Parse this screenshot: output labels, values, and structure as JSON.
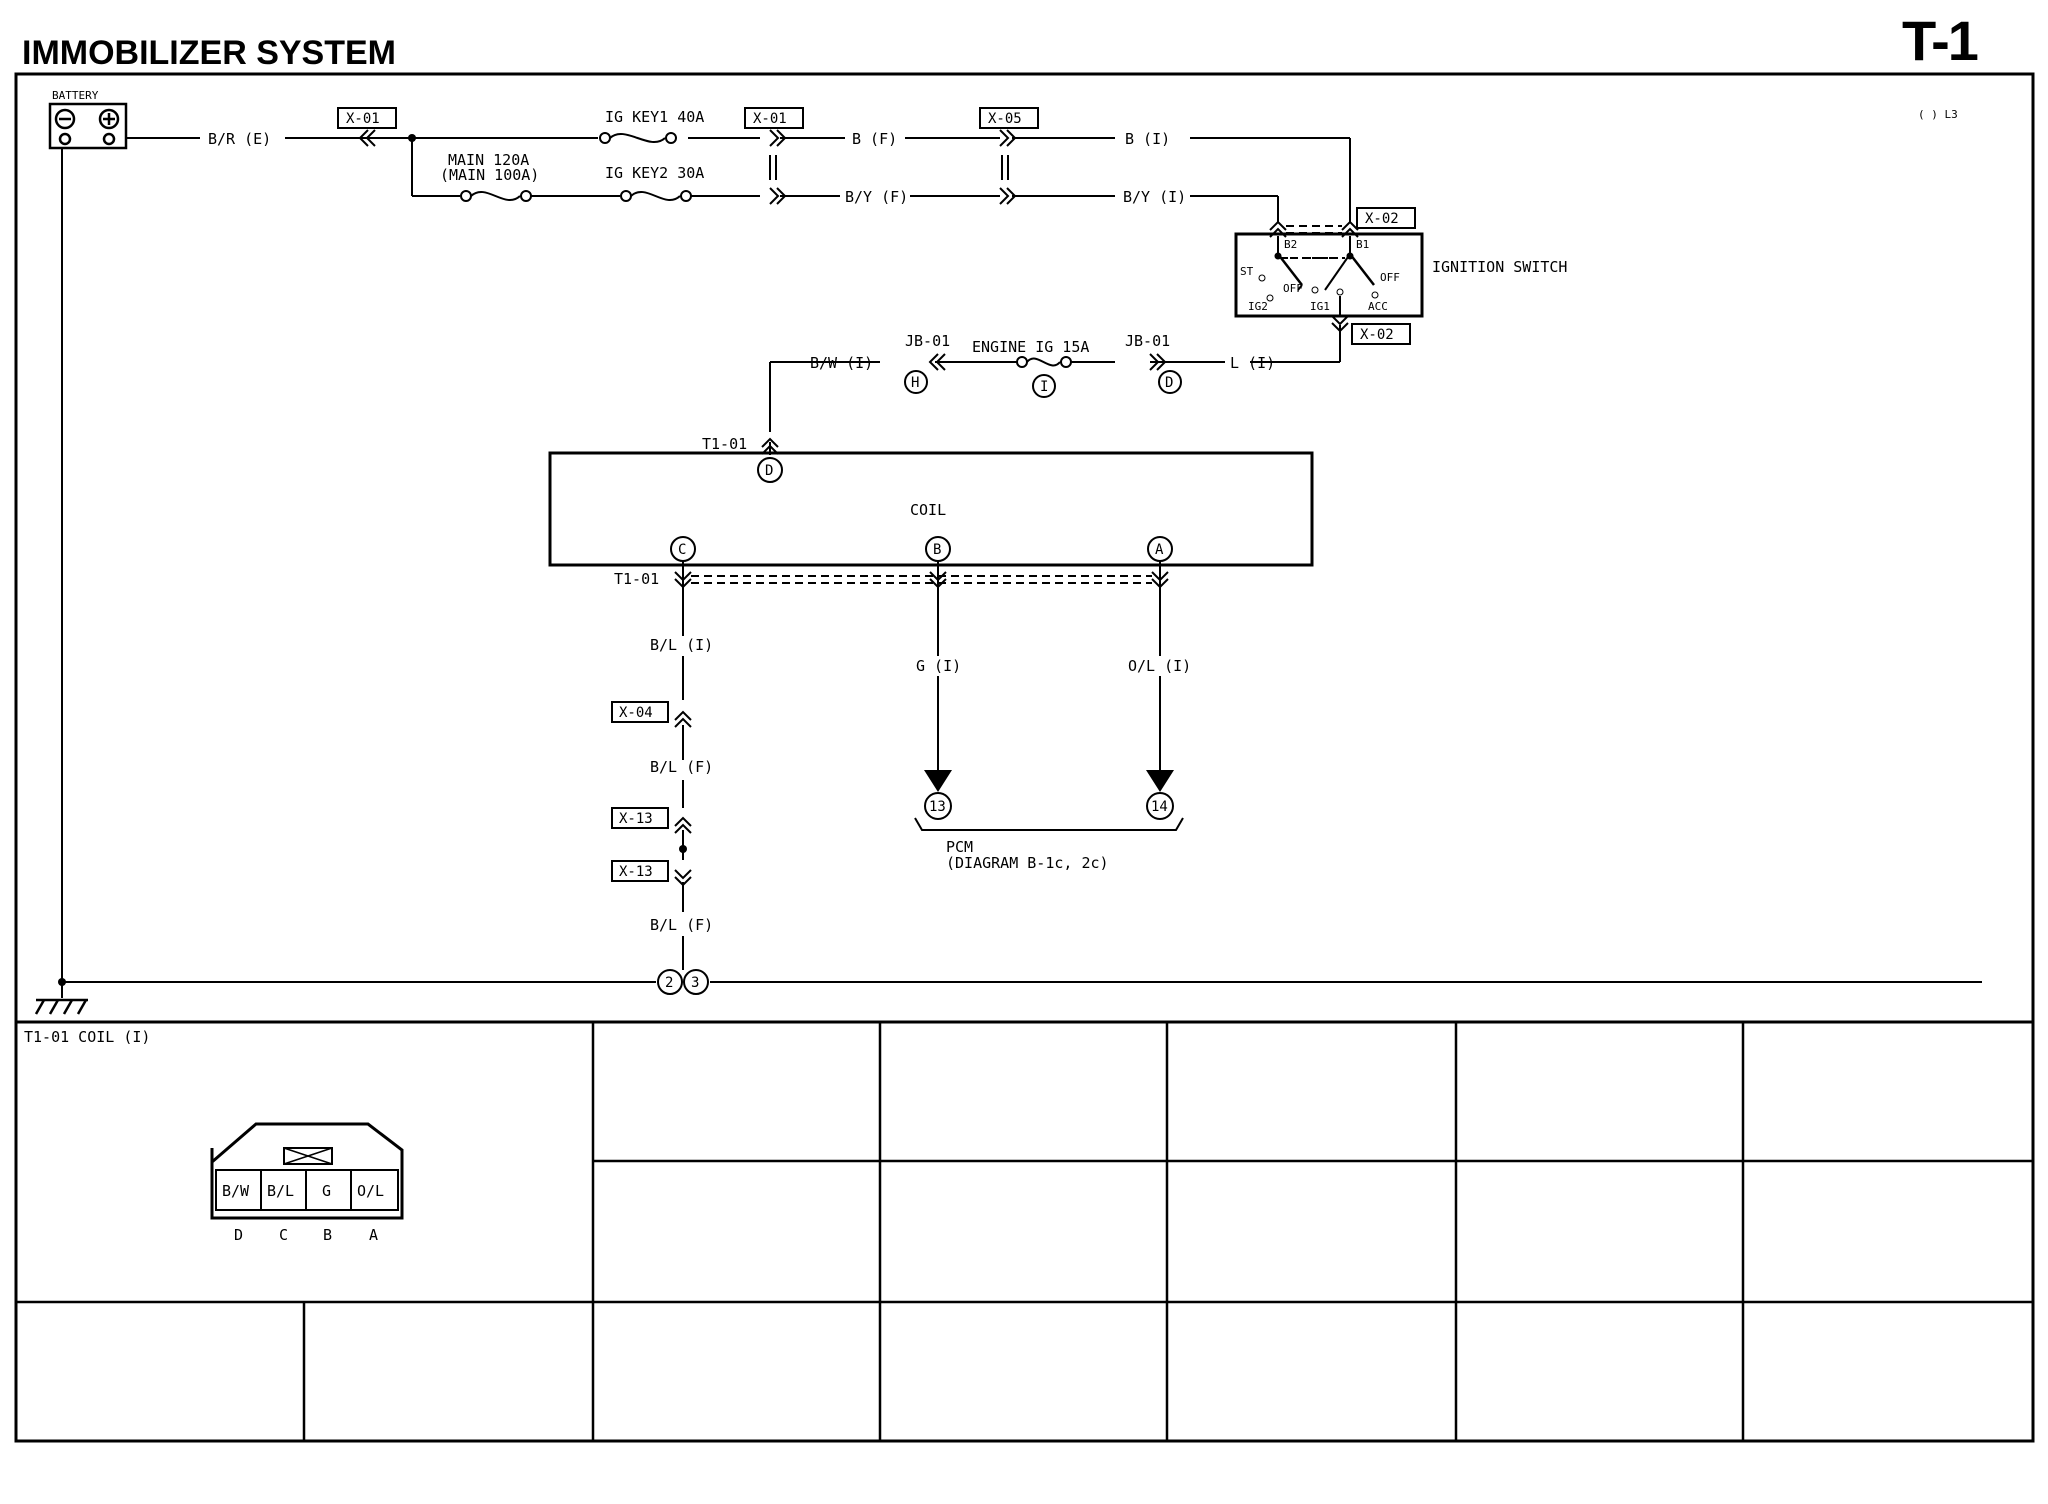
{
  "header": {
    "title": "IMMOBILIZER SYSTEM",
    "code": "T-1"
  },
  "legend_note": "( ) L3",
  "components": {
    "battery": "BATTERY",
    "main_fuse_1": "MAIN 120A",
    "main_fuse_2": "(MAIN 100A)",
    "ig_key1": "IG KEY1 40A",
    "ig_key2": "IG KEY2 30A",
    "ignition_switch": "IGNITION SWITCH",
    "engine_ig": "ENGINE IG 15A",
    "coil": "COIL",
    "pcm": "PCM",
    "pcm_ref": "(DIAGRAM B-1c, 2c)"
  },
  "ignition_switch_terminals": {
    "b2": "B2",
    "b1": "B1",
    "st": "ST",
    "off_left": "OFF",
    "off_right": "OFF",
    "ig2": "IG2",
    "ig1": "IG1",
    "acc": "ACC"
  },
  "connectors": {
    "x01_a": "X-01",
    "x01_b": "X-01",
    "x05": "X-05",
    "x02_top": "X-02",
    "x02_bottom": "X-02",
    "jb01_left": "JB-01",
    "jb01_right": "JB-01",
    "t101_top": "T1-01",
    "t101_bottom": "T1-01",
    "x04": "X-04",
    "x13_a": "X-13",
    "x13_b": "X-13"
  },
  "wires": {
    "br_e": "B/R (E)",
    "b_f": "B (F)",
    "b_i": "B (I)",
    "by_f": "B/Y (F)",
    "by_i": "B/Y (I)",
    "bw_i": "B/W (I)",
    "l_i": "L (I)",
    "bl_i": "B/L (I)",
    "bl_f1": "B/L (F)",
    "bl_f2": "B/L (F)",
    "g_i": "G (I)",
    "ol_i": "O/L (I)"
  },
  "terminals": {
    "h": "H",
    "i": "I",
    "d_jb": "D",
    "coil_d": "D",
    "coil_c": "C",
    "coil_b": "B",
    "coil_a": "A",
    "pcm_13": "13",
    "pcm_14": "14",
    "gnd_2": "2",
    "gnd_3": "3"
  },
  "connector_view": {
    "caption": "T1-01 COIL (I)",
    "pins": [
      "B/W",
      "B/L",
      "G",
      "O/L"
    ],
    "letters": [
      "D",
      "C",
      "B",
      "A"
    ]
  }
}
